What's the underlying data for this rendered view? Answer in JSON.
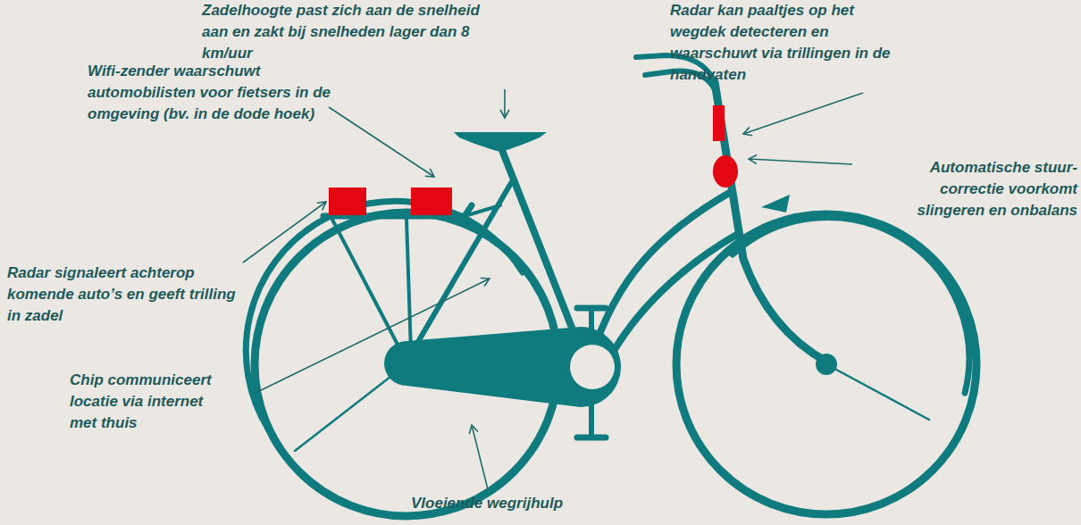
{
  "diagram": {
    "labels": [
      "Zadelhoogte past zich aan de snelheid aan en zakt bij snelheden lager dan 8 km/uur",
      "Radar kan paaltjes op het wegdek detecteren en waarschuwt via trillingen in de handvaten",
      "Wifi-zender waarschuwt automobilisten voor fietsers in de omgeving (bv. in de dode hoek)",
      "Automatische stuur- correctie voorkomt slingeren en onbalans",
      "Radar signaleert achterop komende auto’s en geeft trilling in zadel",
      "Chip communiceert locatie via internet met thuis",
      "Vloeiende wegrijhulp"
    ]
  }
}
